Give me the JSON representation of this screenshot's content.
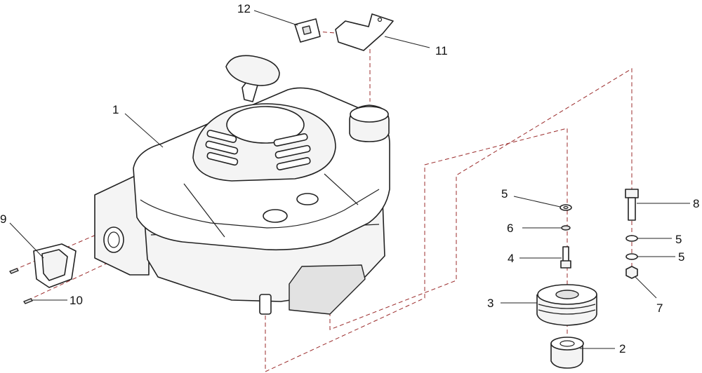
{
  "callouts": [
    {
      "id": "1",
      "text": "1"
    },
    {
      "id": "2",
      "text": "2"
    },
    {
      "id": "3",
      "text": "3"
    },
    {
      "id": "4",
      "text": "4"
    },
    {
      "id": "5a",
      "text": "5"
    },
    {
      "id": "5b",
      "text": "5"
    },
    {
      "id": "5c",
      "text": "5"
    },
    {
      "id": "6",
      "text": "6"
    },
    {
      "id": "7",
      "text": "7"
    },
    {
      "id": "8",
      "text": "8"
    },
    {
      "id": "9",
      "text": "9"
    },
    {
      "id": "10",
      "text": "10"
    },
    {
      "id": "11",
      "text": "11"
    },
    {
      "id": "12",
      "text": "12"
    }
  ],
  "colors": {
    "line": "#222222",
    "dashed_guide": "#9b2b2b",
    "part_fill": "#f4f4f4"
  }
}
